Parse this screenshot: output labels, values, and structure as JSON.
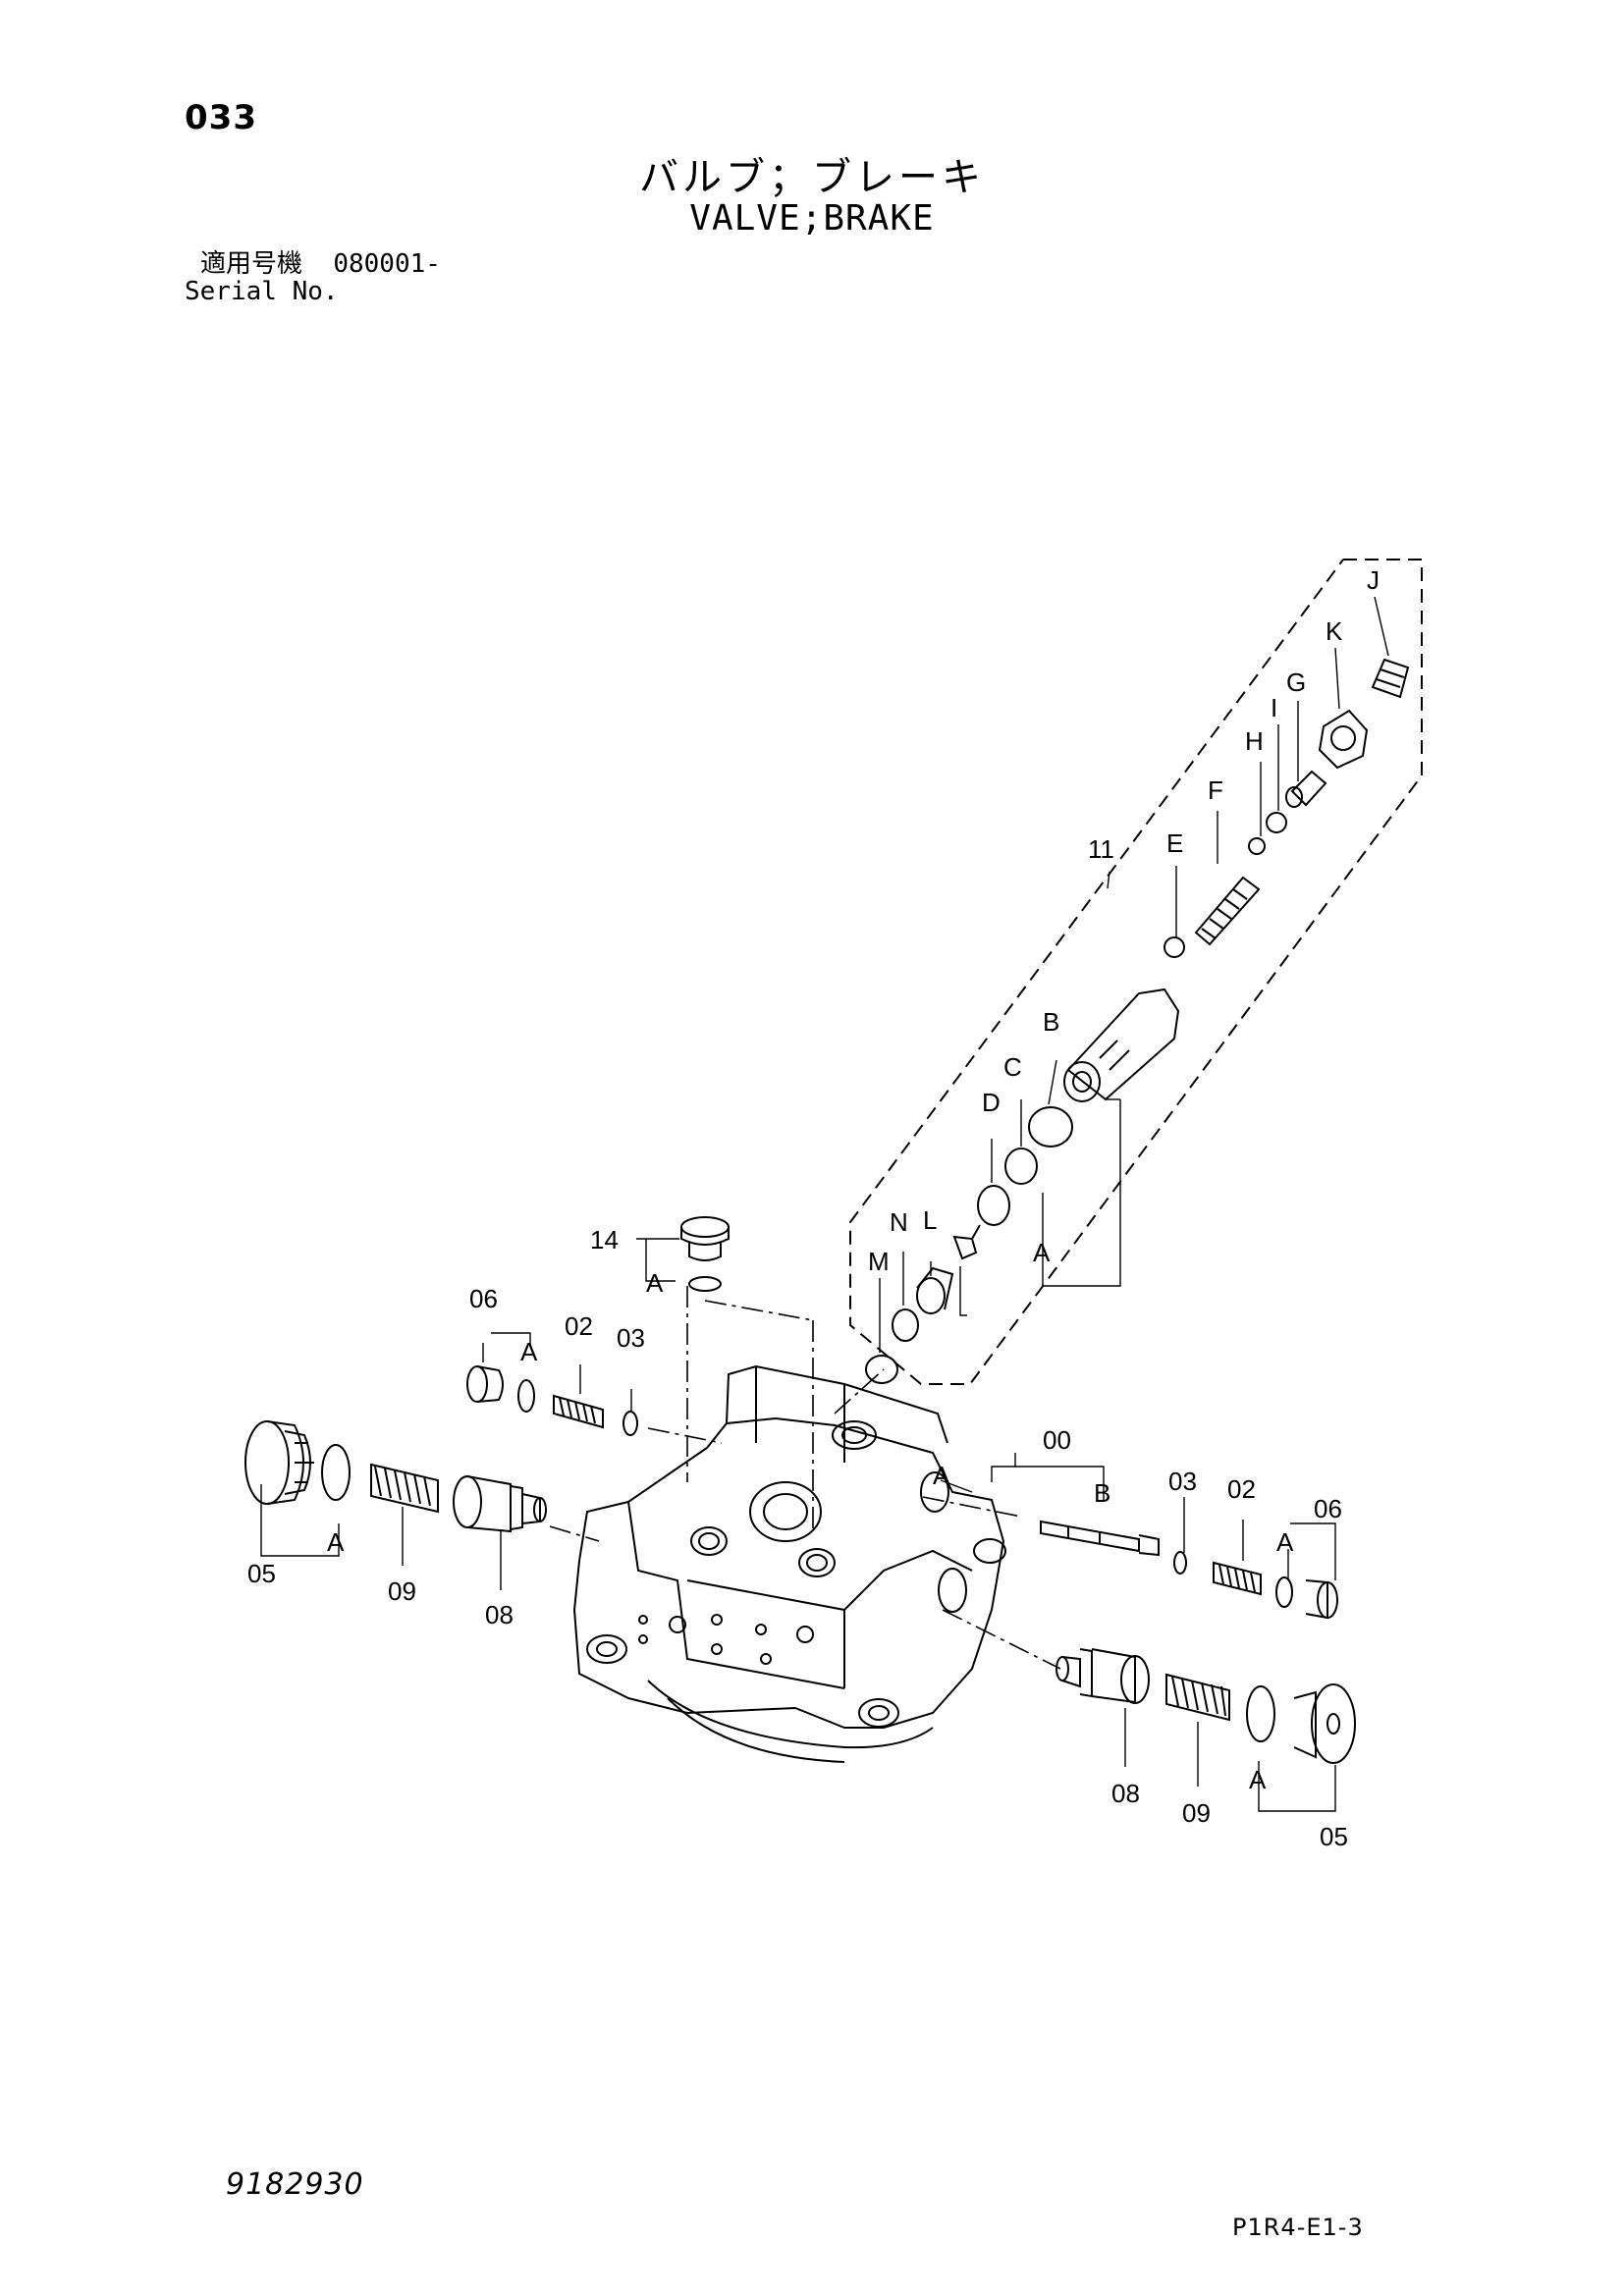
{
  "page_number": "033",
  "title_jp": "バルブ；ブレーキ",
  "title_en": "VALVE;BRAKE",
  "serial": {
    "label_jp": "適用号機",
    "value": "080001-",
    "label_en": "Serial No."
  },
  "doc_number": "9182930",
  "ref_code": "P1R4-E1-3",
  "callouts": {
    "c00": "00",
    "c02": "02",
    "c03": "03",
    "c05": "05",
    "c06": "06",
    "c08": "08",
    "c09": "09",
    "c11": "11",
    "c14": "14",
    "A": "A",
    "B": "B",
    "C": "C",
    "D": "D",
    "E": "E",
    "F": "F",
    "G": "G",
    "H": "H",
    "I": "I",
    "J": "J",
    "K": "K",
    "L": "L",
    "M": "M",
    "N": "N"
  }
}
